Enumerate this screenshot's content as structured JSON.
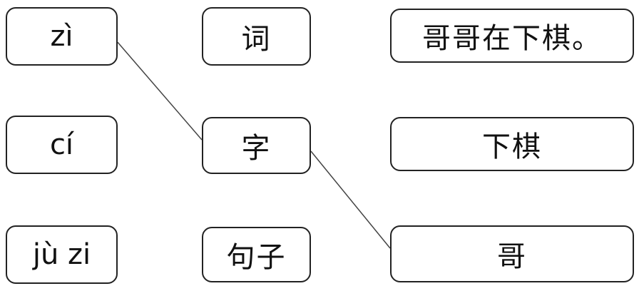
{
  "pinyin_column": [
    {
      "id": "zi",
      "text": "zì"
    },
    {
      "id": "ci",
      "text": "cí"
    },
    {
      "id": "juzi",
      "text": "jù zi"
    }
  ],
  "term_column": [
    {
      "id": "word",
      "text": "词"
    },
    {
      "id": "char",
      "text": "字"
    },
    {
      "id": "sentence",
      "text": "句子"
    }
  ],
  "example_column": [
    {
      "id": "s1",
      "text": "哥哥在下棋。"
    },
    {
      "id": "s2",
      "text": "下棋"
    },
    {
      "id": "s3",
      "text": "哥"
    }
  ],
  "connections": [
    {
      "from": "zi",
      "to": "char"
    },
    {
      "from": "char",
      "to": "s3"
    }
  ],
  "line_color": "#444444"
}
